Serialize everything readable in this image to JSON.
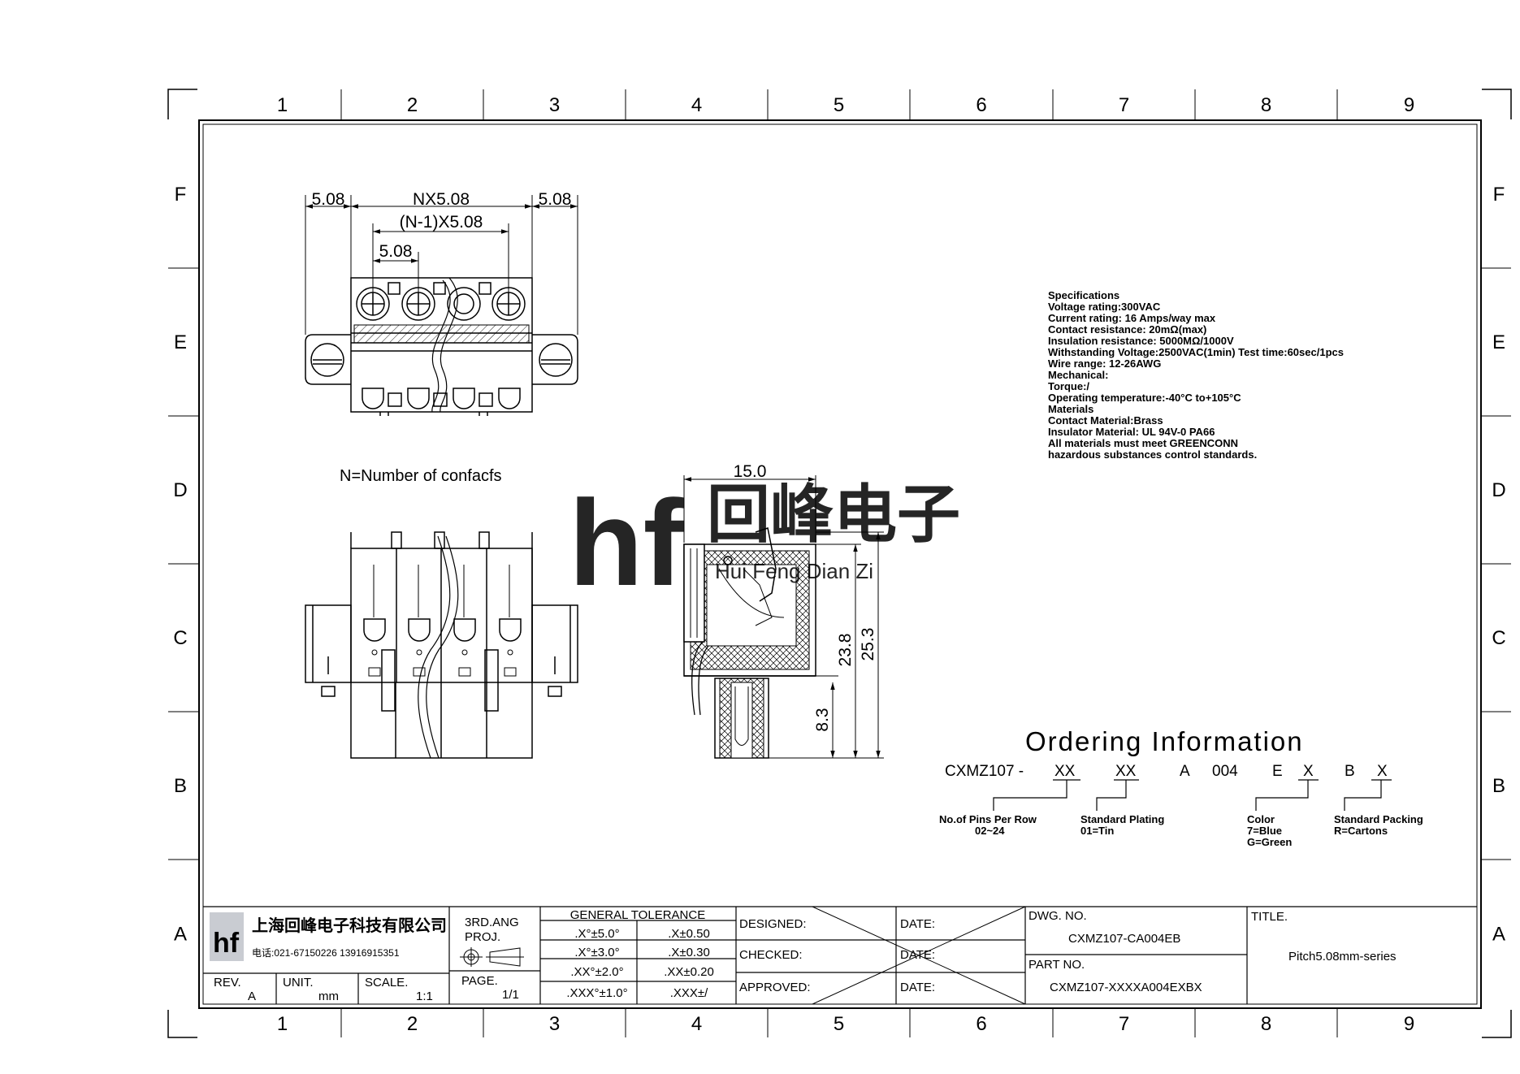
{
  "grid": {
    "columns": [
      "1",
      "2",
      "3",
      "4",
      "5",
      "6",
      "7",
      "8",
      "9"
    ],
    "rows": [
      "F",
      "E",
      "D",
      "C",
      "B",
      "A"
    ]
  },
  "dimensions": {
    "left_margin": "5.08",
    "total_width": "NX5.08",
    "right_margin": "5.08",
    "inner_span": "(N-1)X5.08",
    "pitch": "5.08",
    "depth": "15.0",
    "body_height": "23.8",
    "total_height": "25.3",
    "pin_height": "8.3"
  },
  "note_contacts": "N=Number of confacfs",
  "watermark": {
    "logo": "hf",
    "text": "回峰电子",
    "pinyin": "Hui Feng Dian Zi",
    "color": "#b9c6db"
  },
  "specifications": [
    "Specifications",
    "Voltage rating:300VAC",
    "Current rating: 16 Amps/way max",
    "Contact resistance: 20mΩ(max)",
    "Insulation resistance: 5000MΩ/1000V",
    "Withstanding Voltage:2500VAC(1min) Test time:60sec/1pcs",
    "Wire range: 12-26AWG",
    "Mechanical:",
    "Torque:/",
    "Operating temperature:-40°C to+105°C",
    "Materials",
    "Contact Material:Brass",
    "Insulator Material: UL 94V-0 PA66",
    "All materials must meet GREENCONN",
    "hazardous substances control standards."
  ],
  "ordering": {
    "title": "Ordering Information",
    "prefix": "CXMZ107 -",
    "field1": "XX",
    "field2": "XX",
    "letter_a": "A",
    "code": "004",
    "letter_e": "E",
    "field3": "X",
    "letter_b": "B",
    "field4": "X",
    "note1_title": "No.of Pins Per Row",
    "note1_value": "02~24",
    "note2_title": "Standard Plating",
    "note2_value": "01=Tin",
    "note3_title": "Color",
    "note3_value1": "7=Blue",
    "note3_value2": "G=Green",
    "note4_title": "Standard Packing",
    "note4_value": "R=Cartons"
  },
  "title_block": {
    "company_cn": "上海回峰电子科技有限公司",
    "company_phone": "电话:021-67150226 13916915351",
    "projection_label1": "3RD.ANG",
    "projection_label2": "PROJ.",
    "rev_label": "REV.",
    "rev_value": "A",
    "unit_label": "UNIT.",
    "unit_value": "mm",
    "scale_label": "SCALE.",
    "scale_value": "1:1",
    "page_label": "PAGE.",
    "page_value": "1/1",
    "tolerance_title": "GENERAL TOLERANCE",
    "tolerances": [
      [
        ".X°±5.0°",
        ".X±0.50"
      ],
      [
        ".X°±3.0°",
        ".X±0.30"
      ],
      [
        ".XX°±2.0°",
        ".XX±0.20"
      ],
      [
        ".XXX°±1.0°",
        ".XXX±/"
      ]
    ],
    "designed_label": "DESIGNED:",
    "checked_label": "CHECKED:",
    "approved_label": "APPROVED:",
    "date_label": "DATE:",
    "dwg_label": "DWG. NO.",
    "dwg_value": "CXMZ107-CA004EB",
    "part_label": "PART NO.",
    "part_value": "CXMZ107-XXXXA004EXBX",
    "title_label": "TITLE.",
    "title_value": "Pitch5.08mm-series"
  }
}
